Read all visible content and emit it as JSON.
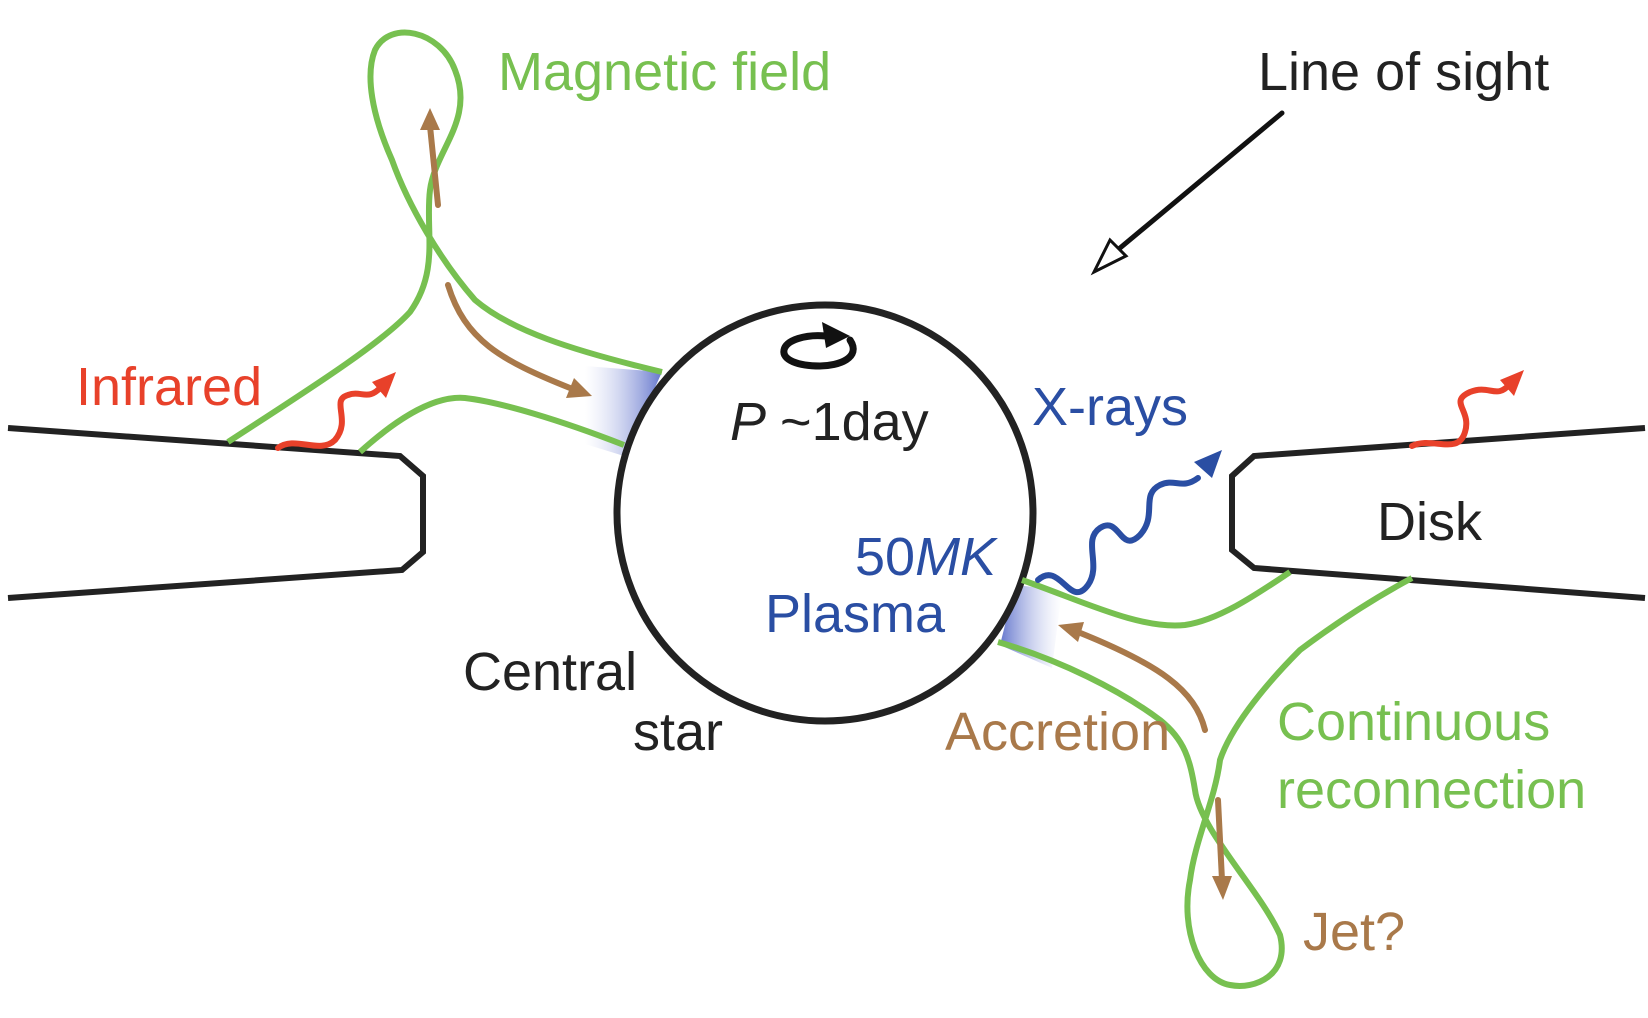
{
  "labels": {
    "magnetic_field": "Magnetic field",
    "line_of_sight": "Line of sight",
    "infrared": "Infrared",
    "period_symbol": "P",
    "period_value": "~1day",
    "xrays": "X-rays",
    "temperature_value": "50",
    "temperature_unit": "MK",
    "plasma": "Plasma",
    "disk": "Disk",
    "central": "Central",
    "star": "star",
    "accretion": "Accretion",
    "continuous": "Continuous",
    "reconnection": "reconnection",
    "jet": "Jet?"
  },
  "colors": {
    "magnetic_field": "#77c050",
    "infrared": "#e8412a",
    "xrays": "#2a4ea3",
    "accretion": "#a9794a",
    "outline": "#222222",
    "glow": "#b7c0ea"
  }
}
